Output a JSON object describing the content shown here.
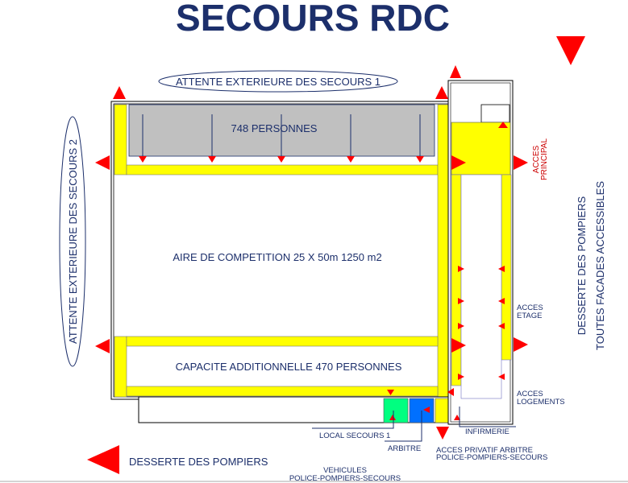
{
  "title": "SECOURS RDC",
  "labels": {
    "attente_1": "ATTENTE EXTERIEURE DES SECOURS  1",
    "attente_2": "ATTENTE EXTERIEURE DES SECOURS  2",
    "tribune": "748 PERSONNES",
    "aire": "AIRE DE COMPETITION 25 X 50m   1250 m2",
    "capacite": "CAPACITE ADDITIONNELLE 470 PERSONNES",
    "acces_principal_1": "ACCES",
    "acces_principal_2": "PRINCIPAL",
    "acces_etage_1": "ACCES",
    "acces_etage_2": "ETAGE",
    "acces_logements_1": "ACCES",
    "acces_logements_2": "LOGEMENTS",
    "infirmerie": "INFIRMERIE",
    "local_secours": "LOCAL SECOURS 1",
    "arbitre": "ARBITRE",
    "acces_privatif_1": "ACCES PRIVATIF ARBITRE",
    "acces_privatif_2": "POLICE-POMPIERS-SECOURS",
    "desserte_bas": "DESSERTE DES POMPIERS",
    "vehicules_1": "VEHICULES",
    "vehicules_2": "POLICE-POMPIERS-SECOURS",
    "desserte_droite_1": "DESSERTE DES POMPIERS",
    "desserte_droite_2": "TOUTES FACADES ACCESSIBLES"
  },
  "colors": {
    "yellow": "#ffff00",
    "gray": "#c0c0c0",
    "green": "#00ff80",
    "blue": "#0070ff",
    "magenta": "#ff00cc",
    "red": "#ff0000",
    "navy": "#1c2f6b"
  }
}
